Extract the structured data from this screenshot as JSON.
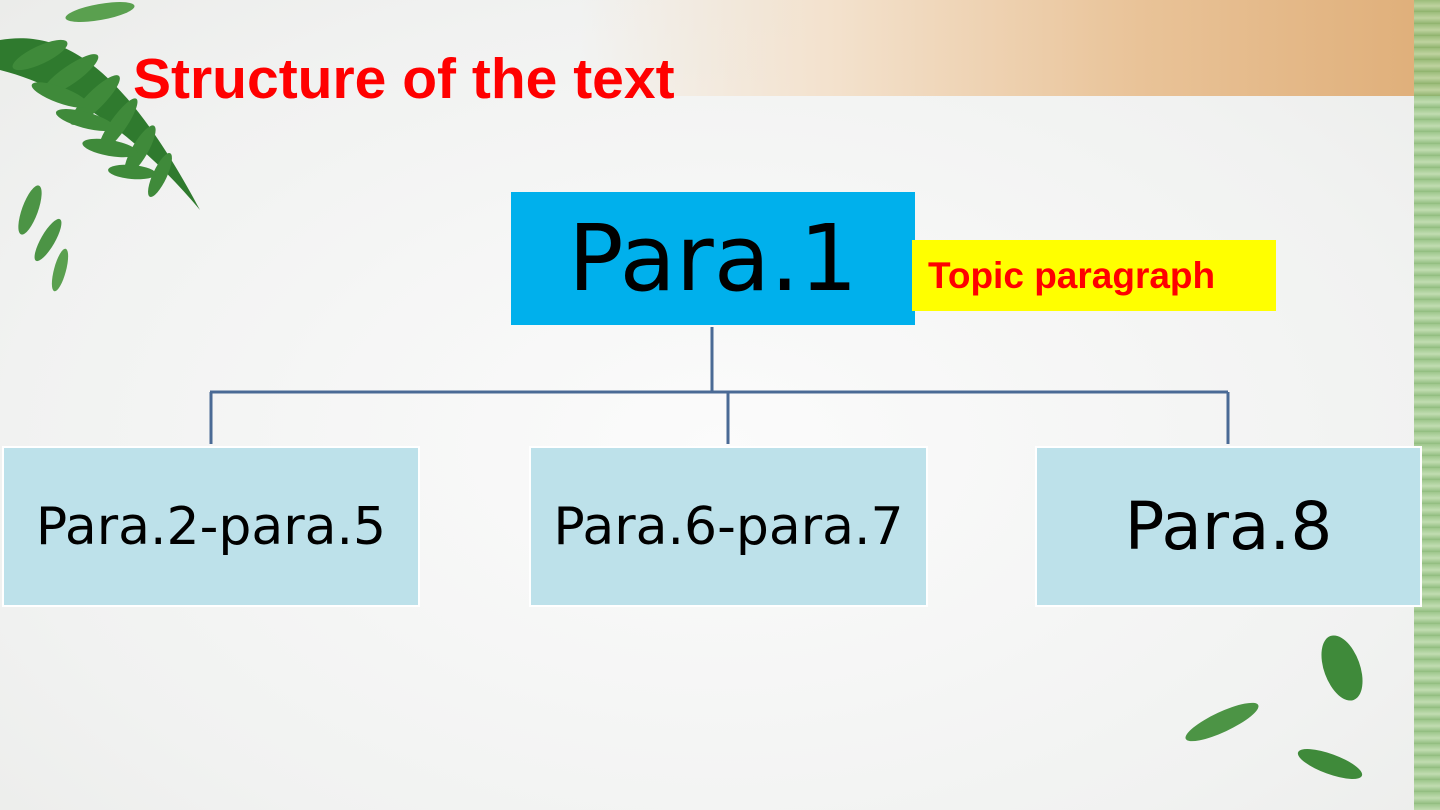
{
  "slide": {
    "title": "Structure of the text"
  },
  "diagram": {
    "root": {
      "label": "Para.1"
    },
    "root_note": {
      "label": "Topic paragraph"
    },
    "children": [
      {
        "label": "Para.2-para.5"
      },
      {
        "label": "Para.6-para.7"
      },
      {
        "label": "Para.8"
      }
    ]
  },
  "colors": {
    "title": "#ff0000",
    "root_fill": "#00b0ec",
    "child_fill": "#bde1ea",
    "note_fill": "#ffff00",
    "note_text": "#ff0000",
    "connector": "#4a6a95"
  },
  "decorations": {
    "top_left": "fern-leaves-icon",
    "bottom_right": "falling-leaves-icon"
  }
}
